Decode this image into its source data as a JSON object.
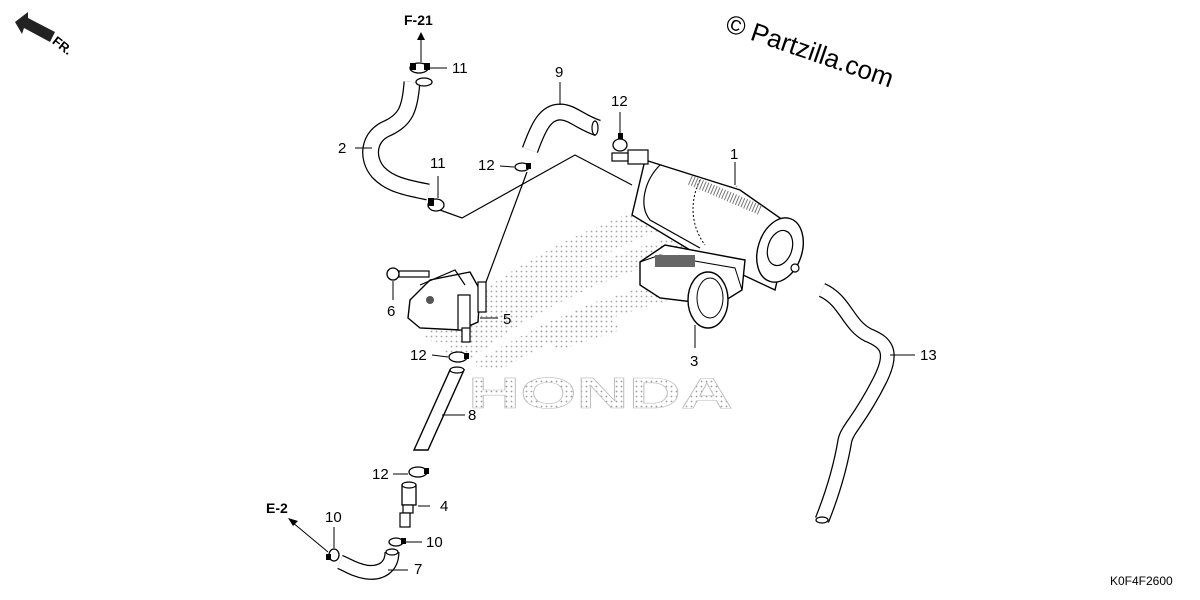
{
  "watermark": "© Partzilla.com",
  "diagram_code": "K0F4F2600",
  "front_marker": "FR.",
  "refs": {
    "f21": "F-21",
    "e2": "E-2"
  },
  "logo_text": "HONDA",
  "callouts": {
    "c1": "1",
    "c2": "2",
    "c3": "3",
    "c4": "4",
    "c5": "5",
    "c6": "6",
    "c7": "7",
    "c8": "8",
    "c9": "9",
    "c10a": "10",
    "c10b": "10",
    "c11a": "11",
    "c11b": "11",
    "c12a": "12",
    "c12b": "12",
    "c12c": "12",
    "c12d": "12",
    "c13": "13"
  }
}
